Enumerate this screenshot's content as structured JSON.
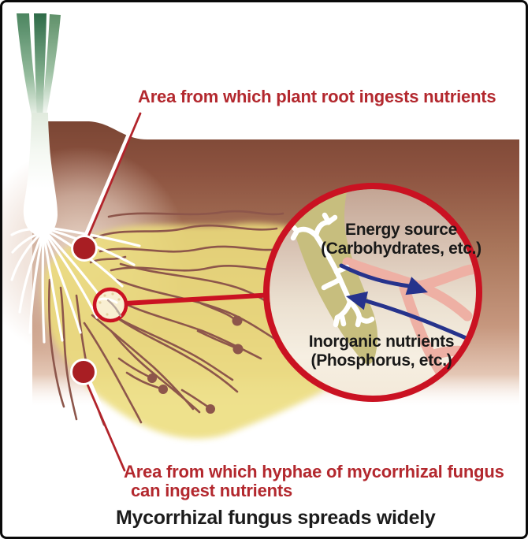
{
  "figure": {
    "labels": {
      "plant_root_area": "Area from which plant root ingests nutrients",
      "hyphae_area_line1": "Area from which hyphae of mycorrhizal fungus",
      "hyphae_area_line2": "can ingest nutrients",
      "caption": "Mycorrhizal fungus spreads widely"
    },
    "magnified_view": {
      "energy_line1": "Energy source",
      "energy_line2": "(Carbohydrates, etc.)",
      "inorganic_line1": "Inorganic nutrients",
      "inorganic_line2": "(Phosphorus, etc.)"
    },
    "colors": {
      "accent_red": "#ca1222",
      "label_red": "#b3282e",
      "marker_dark_red": "#a81e23",
      "soil_brown_top": "#7b4634",
      "fungus_area_yellow": "#ecdd7d",
      "hyphae_brown": "#8d564b",
      "root_section_khaki": "#c7be7e",
      "fungus_hyphae_pink": "#eeb0a4",
      "arrow_blue": "#26338c",
      "leaf_green": "#3c7a54"
    }
  }
}
